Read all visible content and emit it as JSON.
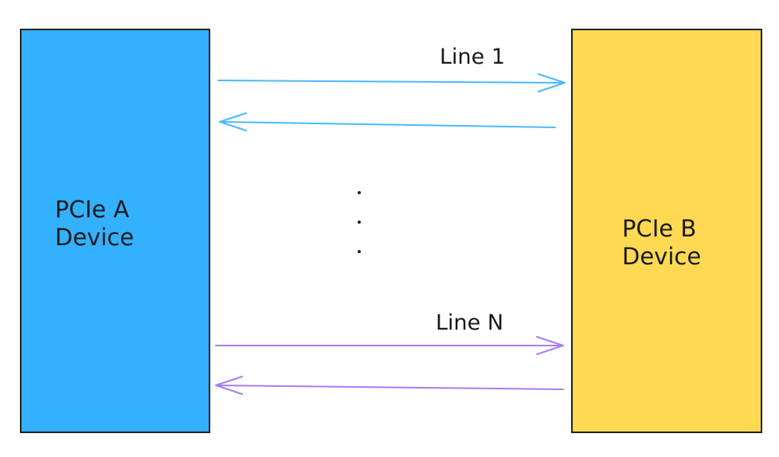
{
  "diagram": {
    "device_a": {
      "line1": "PCIe A",
      "line2": "Device",
      "color": "#33b1ff"
    },
    "device_b": {
      "line1": "PCIe B",
      "line2": "Device",
      "color": "#ffd952"
    },
    "links": {
      "first_label": "Line 1",
      "last_label": "Line N",
      "first_color": "#4db8ff",
      "last_color": "#a77ef0",
      "ellipsis_dots": 3
    }
  }
}
